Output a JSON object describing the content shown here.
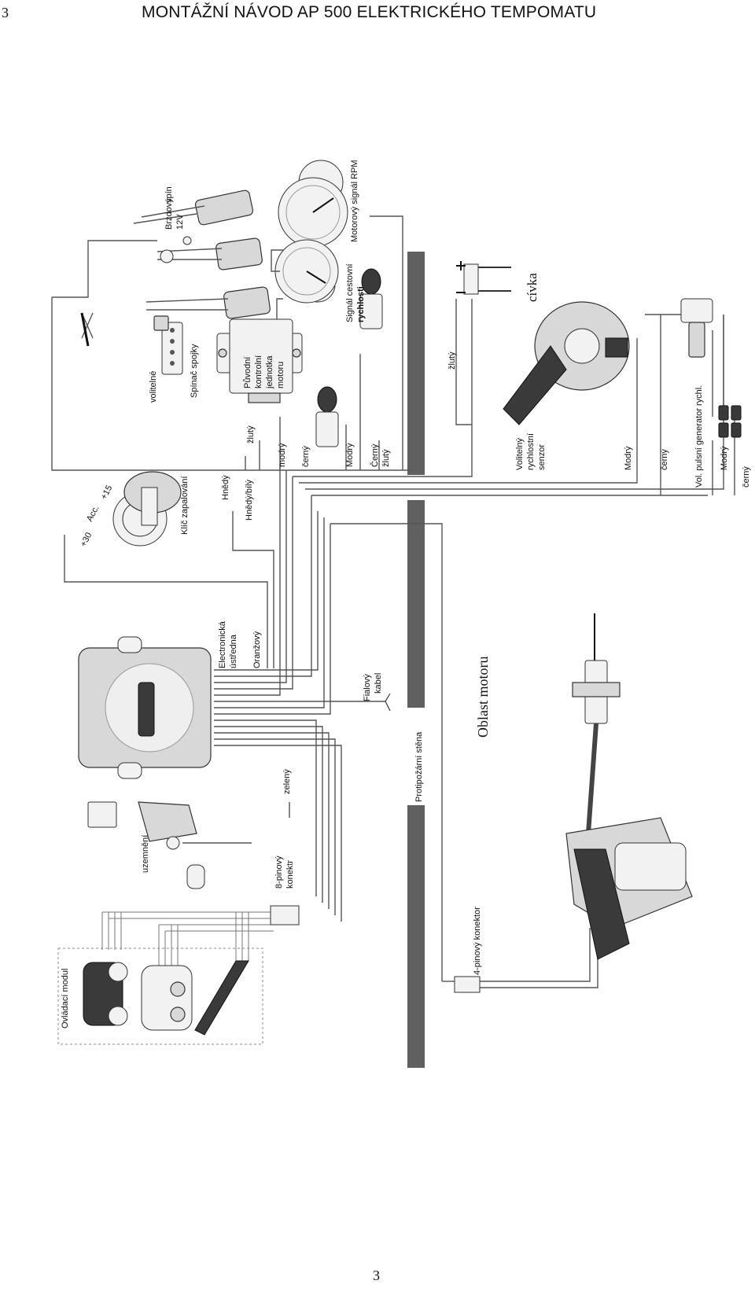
{
  "header": {
    "page_number": "3",
    "title": "MONTÁŽNÍ NÁVOD AP 500 ELEKTRICKÉHO TEMPOMATU"
  },
  "footer": {
    "page_number": "3"
  },
  "labels": {
    "brake_switch": "spín",
    "brake_12v_line1": "Brzdový",
    "brake_12v_line2": "12V",
    "rpm_signal": "Motorový signál RPM",
    "speed_signal_line1": "Signál cestovní",
    "speed_signal_line2": "rychlosti",
    "ecu_line1": "Původní",
    "ecu_line2": "kontrolní",
    "ecu_line3": "jednotka",
    "ecu_line4": "motoru",
    "optional": "volitelné",
    "clutch_switch": "Spínač spojky",
    "coil": "cívka",
    "coil_wire": "žlutý",
    "wire_yellow": "žlutý",
    "wire_blue": "modrý",
    "wire_black": "černý",
    "wire_blue_cap": "Modrý",
    "wire_black_cap": "Černý",
    "wire_yellow_2": "žlutý",
    "speed_sensor_line1": "Volitelný",
    "speed_sensor_line2": "rychlostní",
    "speed_sensor_line3": "senzor",
    "sensor_blue": "Modrý",
    "sensor_black": "černý",
    "pulse_generator": "Vol. pulsní generator rychl.",
    "pulse_blue": "Modrý",
    "pulse_black": "černý",
    "brown": "Hnědý",
    "brown_white": "Hnědý/bílý",
    "ignition_key": "Klíč zapalování",
    "acc": "Acc.",
    "plus15": "+15",
    "plus30": "+30",
    "unit_line1": "Electronická",
    "unit_line2": "ústředna",
    "orange": "Oranžový",
    "purple_line1": "Fialový",
    "purple_line2": "kabel",
    "firewall": "Protipožární stěna",
    "engine_area": "Oblast motoru",
    "green": "zelený",
    "ground": "uzemnění",
    "connector8_line1": "8-pinový",
    "connector8_line2": "konektr",
    "connector4": "4-pinový konektor",
    "control_module": "Ovládací modul"
  }
}
